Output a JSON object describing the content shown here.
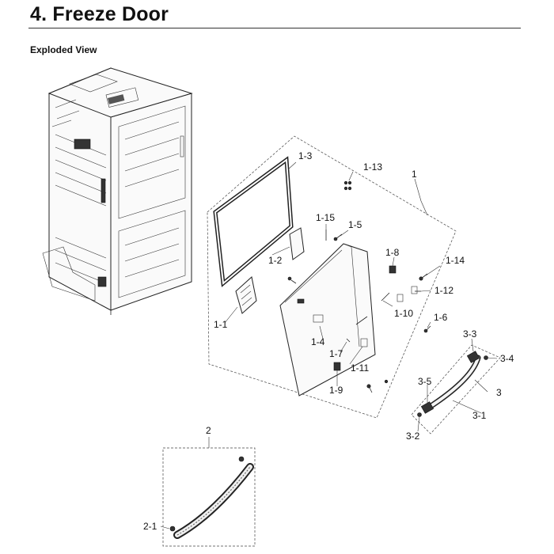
{
  "header": {
    "title": "4. Freeze Door",
    "subtitle": "Exploded View"
  },
  "labels": {
    "p1": "1",
    "p1_1": "1-1",
    "p1_2": "1-2",
    "p1_3": "1-3",
    "p1_4": "1-4",
    "p1_5": "1-5",
    "p1_6": "1-6",
    "p1_7": "1-7",
    "p1_8": "1-8",
    "p1_9": "1-9",
    "p1_10": "1-10",
    "p1_11": "1-11",
    "p1_12": "1-12",
    "p1_13": "1-13",
    "p1_14": "1-14",
    "p1_15": "1-15",
    "p2": "2",
    "p2_1": "2-1",
    "p3": "3",
    "p3_1": "3-1",
    "p3_2": "3-2",
    "p3_3": "3-3",
    "p3_4": "3-4",
    "p3_5": "3-5"
  }
}
